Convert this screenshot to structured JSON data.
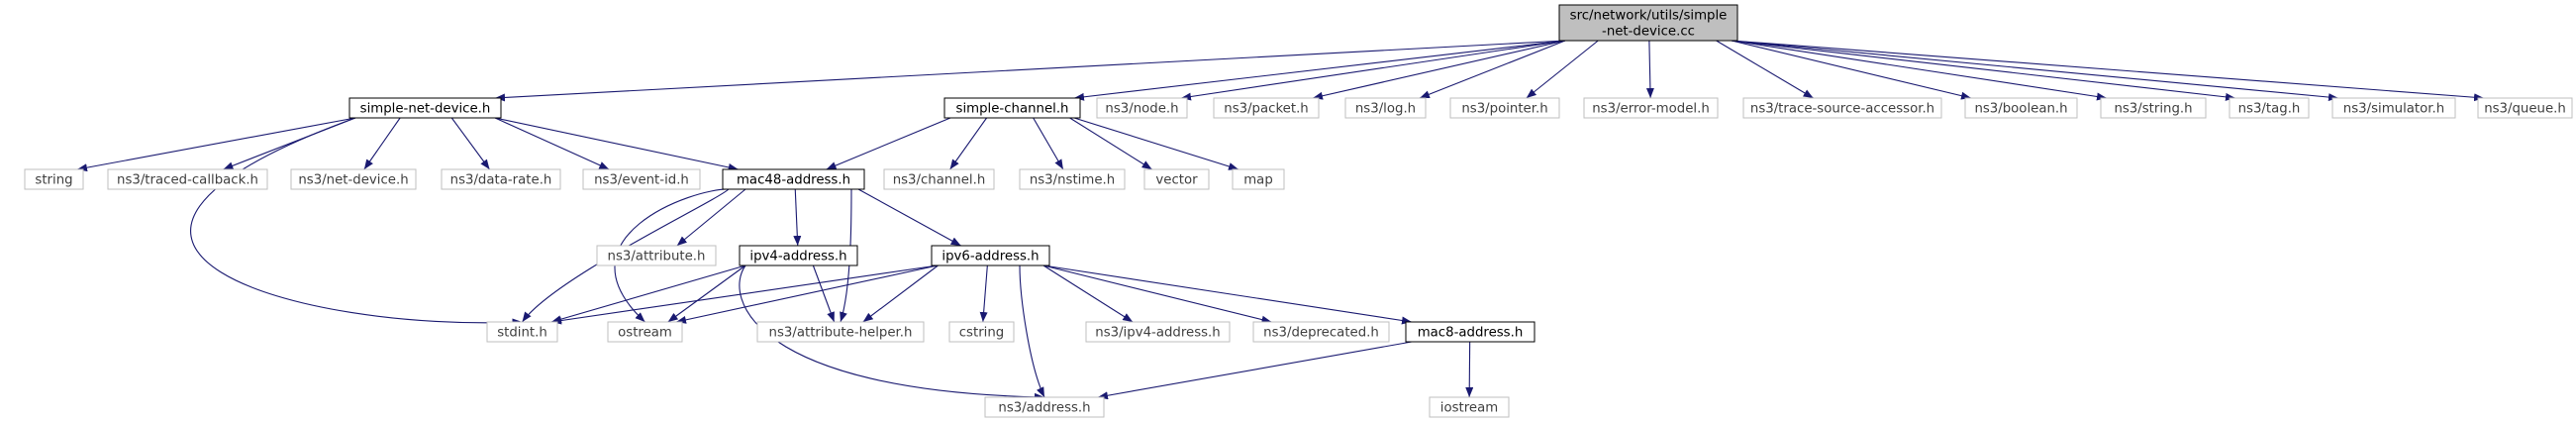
{
  "colors": {
    "edge": "#191970",
    "root_fill": "#bfbfbf",
    "root_stroke": "#000000",
    "file_stroke": "#000000",
    "external_stroke": "#bfbfbf",
    "external_text": "#3f3f3f",
    "text": "#000000"
  },
  "nodes": [
    {
      "id": "root",
      "kind": "root",
      "lines": [
        "src/network/utils/simple",
        "-net-device.cc"
      ]
    },
    {
      "id": "simple-net-device-h",
      "kind": "file",
      "lines": [
        "simple-net-device.h"
      ]
    },
    {
      "id": "simple-channel-h",
      "kind": "file",
      "lines": [
        "simple-channel.h"
      ]
    },
    {
      "id": "ns3-node-h",
      "kind": "external",
      "lines": [
        "ns3/node.h"
      ]
    },
    {
      "id": "ns3-packet-h",
      "kind": "external",
      "lines": [
        "ns3/packet.h"
      ]
    },
    {
      "id": "ns3-log-h",
      "kind": "external",
      "lines": [
        "ns3/log.h"
      ]
    },
    {
      "id": "ns3-pointer-h",
      "kind": "external",
      "lines": [
        "ns3/pointer.h"
      ]
    },
    {
      "id": "ns3-error-model-h",
      "kind": "external",
      "lines": [
        "ns3/error-model.h"
      ]
    },
    {
      "id": "ns3-trace-source-accessor-h",
      "kind": "external",
      "lines": [
        "ns3/trace-source-accessor.h"
      ]
    },
    {
      "id": "ns3-boolean-h",
      "kind": "external",
      "lines": [
        "ns3/boolean.h"
      ]
    },
    {
      "id": "ns3-string-h",
      "kind": "external",
      "lines": [
        "ns3/string.h"
      ]
    },
    {
      "id": "ns3-tag-h",
      "kind": "external",
      "lines": [
        "ns3/tag.h"
      ]
    },
    {
      "id": "ns3-simulator-h",
      "kind": "external",
      "lines": [
        "ns3/simulator.h"
      ]
    },
    {
      "id": "ns3-queue-h",
      "kind": "external",
      "lines": [
        "ns3/queue.h"
      ]
    },
    {
      "id": "string",
      "kind": "external",
      "lines": [
        "string"
      ]
    },
    {
      "id": "ns3-traced-callback-h",
      "kind": "external",
      "lines": [
        "ns3/traced-callback.h"
      ]
    },
    {
      "id": "ns3-net-device-h",
      "kind": "external",
      "lines": [
        "ns3/net-device.h"
      ]
    },
    {
      "id": "ns3-data-rate-h",
      "kind": "external",
      "lines": [
        "ns3/data-rate.h"
      ]
    },
    {
      "id": "ns3-event-id-h",
      "kind": "external",
      "lines": [
        "ns3/event-id.h"
      ]
    },
    {
      "id": "mac48-address-h",
      "kind": "file",
      "lines": [
        "mac48-address.h"
      ]
    },
    {
      "id": "ns3-channel-h",
      "kind": "external",
      "lines": [
        "ns3/channel.h"
      ]
    },
    {
      "id": "ns3-nstime-h",
      "kind": "external",
      "lines": [
        "ns3/nstime.h"
      ]
    },
    {
      "id": "vector",
      "kind": "external",
      "lines": [
        "vector"
      ]
    },
    {
      "id": "map",
      "kind": "external",
      "lines": [
        "map"
      ]
    },
    {
      "id": "ns3-attribute-h",
      "kind": "external",
      "lines": [
        "ns3/attribute.h"
      ]
    },
    {
      "id": "ipv4-address-h",
      "kind": "file",
      "lines": [
        "ipv4-address.h"
      ]
    },
    {
      "id": "ipv6-address-h",
      "kind": "file",
      "lines": [
        "ipv6-address.h"
      ]
    },
    {
      "id": "stdint-h",
      "kind": "external",
      "lines": [
        "stdint.h"
      ]
    },
    {
      "id": "ostream",
      "kind": "external",
      "lines": [
        "ostream"
      ]
    },
    {
      "id": "ns3-attribute-helper-h",
      "kind": "external",
      "lines": [
        "ns3/attribute-helper.h"
      ]
    },
    {
      "id": "cstring",
      "kind": "external",
      "lines": [
        "cstring"
      ]
    },
    {
      "id": "ns3-ipv4-address-h",
      "kind": "external",
      "lines": [
        "ns3/ipv4-address.h"
      ]
    },
    {
      "id": "ns3-deprecated-h",
      "kind": "external",
      "lines": [
        "ns3/deprecated.h"
      ]
    },
    {
      "id": "mac8-address-h",
      "kind": "file",
      "lines": [
        "mac8-address.h"
      ]
    },
    {
      "id": "ns3-address-h",
      "kind": "external",
      "lines": [
        "ns3/address.h"
      ]
    },
    {
      "id": "iostream",
      "kind": "external",
      "lines": [
        "iostream"
      ]
    }
  ],
  "edges": [
    [
      "root",
      "simple-net-device-h"
    ],
    [
      "root",
      "simple-channel-h"
    ],
    [
      "root",
      "ns3-node-h"
    ],
    [
      "root",
      "ns3-packet-h"
    ],
    [
      "root",
      "ns3-log-h"
    ],
    [
      "root",
      "ns3-pointer-h"
    ],
    [
      "root",
      "ns3-error-model-h"
    ],
    [
      "root",
      "ns3-trace-source-accessor-h"
    ],
    [
      "root",
      "ns3-boolean-h"
    ],
    [
      "root",
      "ns3-string-h"
    ],
    [
      "root",
      "ns3-tag-h"
    ],
    [
      "root",
      "ns3-simulator-h"
    ],
    [
      "root",
      "ns3-queue-h"
    ],
    [
      "simple-net-device-h",
      "string"
    ],
    [
      "simple-net-device-h",
      "ns3-traced-callback-h"
    ],
    [
      "simple-net-device-h",
      "ns3-net-device-h"
    ],
    [
      "simple-net-device-h",
      "ns3-data-rate-h"
    ],
    [
      "simple-net-device-h",
      "ns3-event-id-h"
    ],
    [
      "simple-net-device-h",
      "mac48-address-h"
    ],
    [
      "simple-net-device-h",
      "stdint-h"
    ],
    [
      "simple-channel-h",
      "mac48-address-h"
    ],
    [
      "simple-channel-h",
      "ns3-channel-h"
    ],
    [
      "simple-channel-h",
      "ns3-nstime-h"
    ],
    [
      "simple-channel-h",
      "vector"
    ],
    [
      "simple-channel-h",
      "map"
    ],
    [
      "mac48-address-h",
      "ns3-attribute-h"
    ],
    [
      "mac48-address-h",
      "ipv4-address-h"
    ],
    [
      "mac48-address-h",
      "ipv6-address-h"
    ],
    [
      "mac48-address-h",
      "stdint-h"
    ],
    [
      "mac48-address-h",
      "ostream"
    ],
    [
      "mac48-address-h",
      "ns3-attribute-helper-h"
    ],
    [
      "ipv4-address-h",
      "stdint-h"
    ],
    [
      "ipv4-address-h",
      "ostream"
    ],
    [
      "ipv4-address-h",
      "ns3-attribute-helper-h"
    ],
    [
      "ipv4-address-h",
      "ns3-address-h"
    ],
    [
      "ipv6-address-h",
      "stdint-h"
    ],
    [
      "ipv6-address-h",
      "ostream"
    ],
    [
      "ipv6-address-h",
      "ns3-attribute-helper-h"
    ],
    [
      "ipv6-address-h",
      "cstring"
    ],
    [
      "ipv6-address-h",
      "ns3-ipv4-address-h"
    ],
    [
      "ipv6-address-h",
      "ns3-deprecated-h"
    ],
    [
      "ipv6-address-h",
      "mac8-address-h"
    ],
    [
      "ipv6-address-h",
      "ns3-address-h"
    ],
    [
      "mac8-address-h",
      "ns3-address-h"
    ],
    [
      "mac8-address-h",
      "iostream"
    ]
  ]
}
